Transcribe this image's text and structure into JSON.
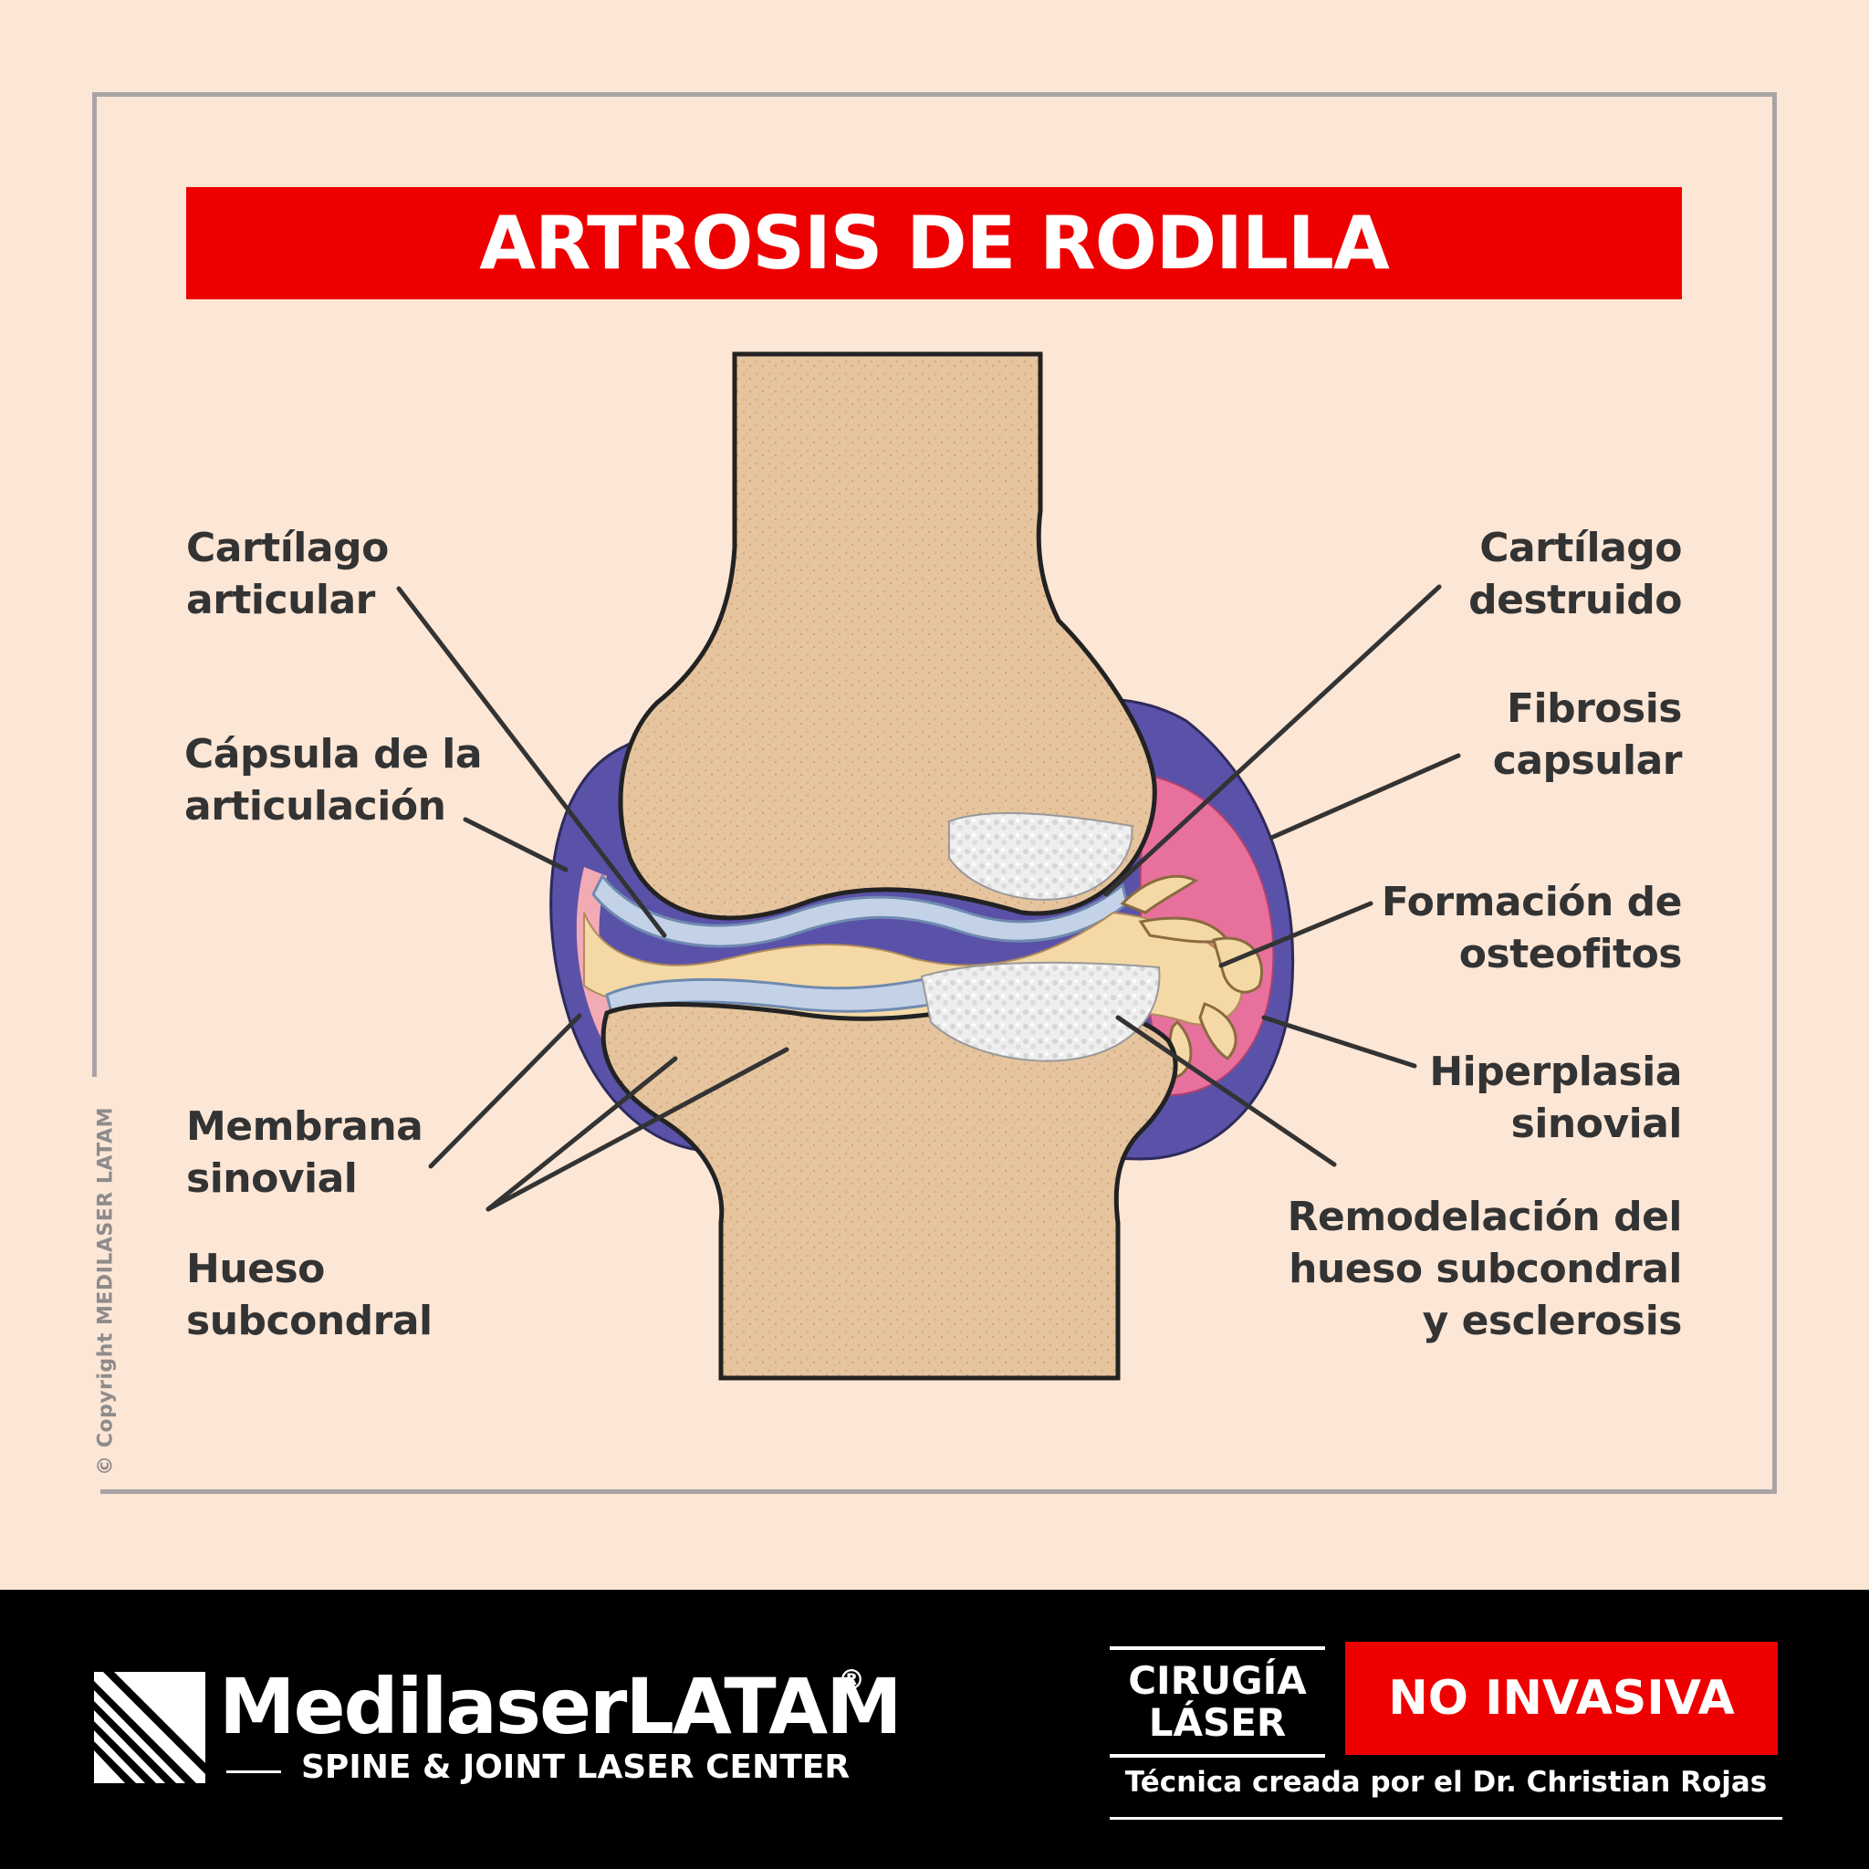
{
  "title": "ARTROSIS DE RODILLA",
  "copyright": "© Copyright MEDILASER LATAM",
  "labels": {
    "cartilago_articular": "Cartílago\narticular",
    "capsula": "Cápsula de la\narticulación",
    "membrana_sinovial": "Membrana\nsinovial",
    "hueso_subcondral": "Hueso\nsubcondral",
    "cartilago_destruido": "Cartílago\ndestruido",
    "fibrosis_capsular": "Fibrosis\ncapsular",
    "osteofitos": "Formación de\nosteofitos",
    "hiperplasia": "Hiperplasia\nsinovial",
    "remodelacion": "Remodelación del\nhueso subcondral\ny esclerosis"
  },
  "footer": {
    "brand": "MedilaserLATAM",
    "registered": "®",
    "tagline": "SPINE & JOINT LASER CENTER",
    "cirugia": "CIRUGÍA\nLÁSER",
    "no_invasiva": "NO INVASIVA",
    "credit": "Técnica creada por el Dr. Christian Rojas"
  },
  "colors": {
    "title_red": "#ee0000",
    "background": "#fce6d6",
    "bone": "#e6c49e",
    "cartilage": "#c4d2e8",
    "capsule": "#5a52a8",
    "synovium": "#e8709c",
    "footer": "#000000"
  }
}
